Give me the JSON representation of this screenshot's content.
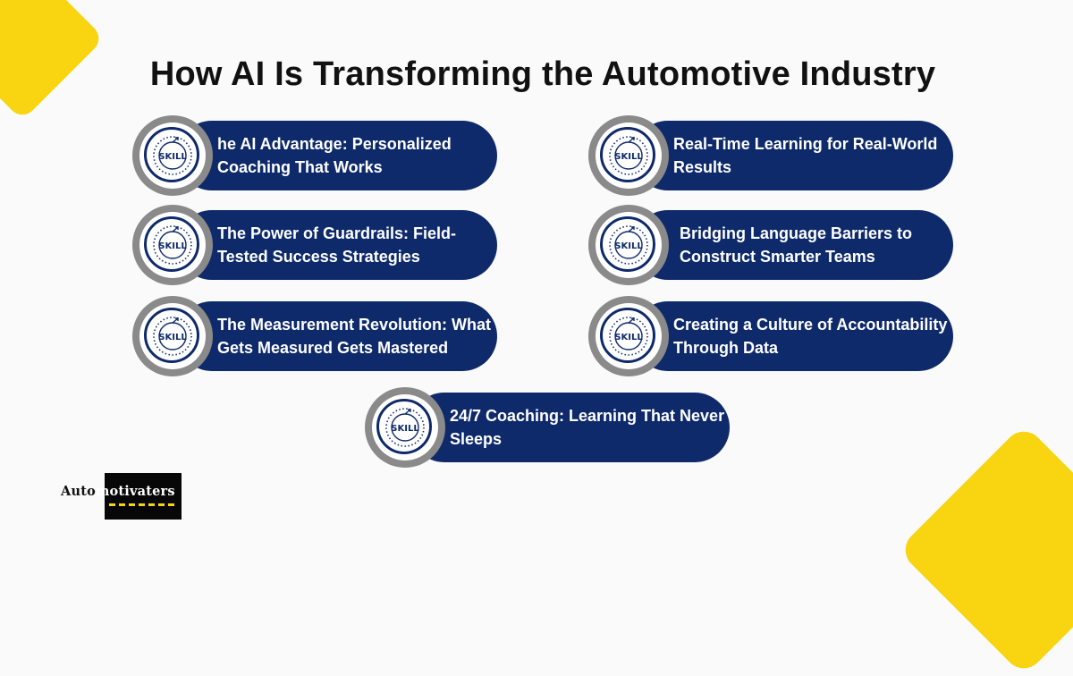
{
  "title": "How AI Is Transforming the Automotive Industry",
  "icon": "skill-badge-icon",
  "cards": [
    {
      "label": "he AI Advantage: Personalized Coaching That Works"
    },
    {
      "label": "Real-Time Learning for Real-World Results"
    },
    {
      "label": "The Power of Guardrails: Field-Tested Success Strategies"
    },
    {
      "label": "Bridging Language Barriers to Construct Smarter Teams"
    },
    {
      "label": "The Measurement Revolution: What Gets Measured Gets Mastered"
    },
    {
      "label": "Creating a Culture of Accountability Through Data"
    },
    {
      "label": "24/7 Coaching: Learning That Never Sleeps"
    }
  ],
  "logo": {
    "part1": "Auto",
    "part2": "motivaters"
  },
  "colors": {
    "accent": "#f8d510",
    "navy": "#0e2a6b",
    "badge_gray": "#8a8a8a"
  }
}
